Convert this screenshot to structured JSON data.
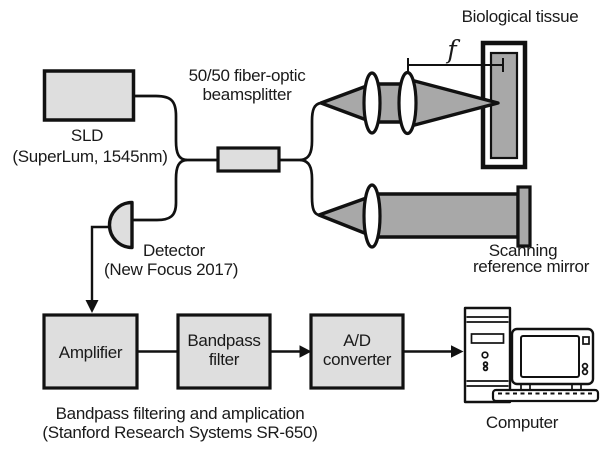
{
  "colors": {
    "background": "#ffffff",
    "outline": "#111111",
    "component_box_fill": "#dedede",
    "beam_fill": "#a8a8a8",
    "lens_fill": "#ffffff",
    "text": "#1a1a1a"
  },
  "source": {
    "name": "SLD",
    "detail": "(SuperLum, 1545nm)"
  },
  "beamsplitter": {
    "label_line1": "50/50 fiber-optic",
    "label_line2": "beamsplitter"
  },
  "sample_arm": {
    "tissue_label": "Biological tissue",
    "focal_length_label": "f"
  },
  "reference_arm": {
    "mirror_label_line1": "Scanning",
    "mirror_label_line2": "reference mirror"
  },
  "detector": {
    "name": "Detector",
    "detail": "(New Focus 2017)"
  },
  "processing": {
    "amplifier_label": "Amplifier",
    "bandpass_line1": "Bandpass",
    "bandpass_line2": "filter",
    "adc_line1": "A/D",
    "adc_line2": "converter",
    "caption_line1": "Bandpass filtering and amplication",
    "caption_line2": "(Stanford Research Systems SR-650)",
    "computer_label": "Computer"
  }
}
